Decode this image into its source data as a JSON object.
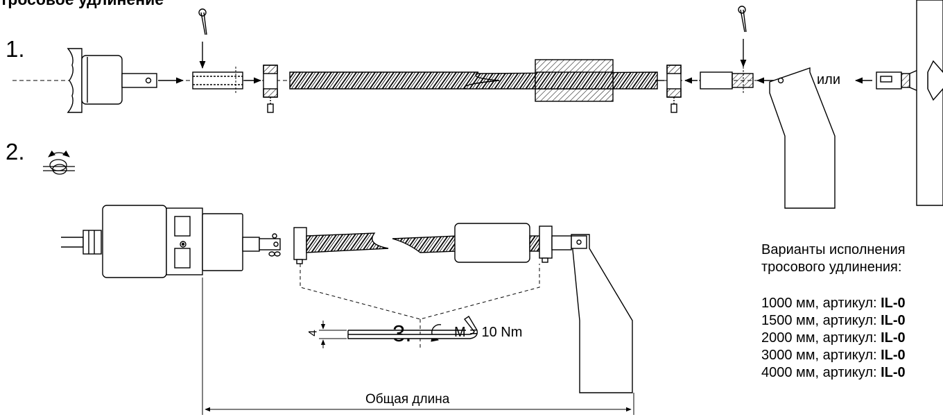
{
  "title": "тросовое удлинение",
  "steps": [
    "1.",
    "2.",
    "3."
  ],
  "or_label": "или",
  "torque_label": "M = 10 Nm",
  "hex_key_size": "4",
  "total_length_label": "Общая длина",
  "variants": {
    "heading_line1": "Варианты исполнения",
    "heading_line2": "тросового удлинения:",
    "items": [
      {
        "length": "1000 мм, артикул: ",
        "article": "IL-0"
      },
      {
        "length": "1500 мм, артикул: ",
        "article": "IL-0"
      },
      {
        "length": "2000 мм, артикул: ",
        "article": "IL-0"
      },
      {
        "length": "3000 мм, артикул: ",
        "article": "IL-0"
      },
      {
        "length": "4000 мм, артикул: ",
        "article": "IL-0"
      }
    ]
  }
}
